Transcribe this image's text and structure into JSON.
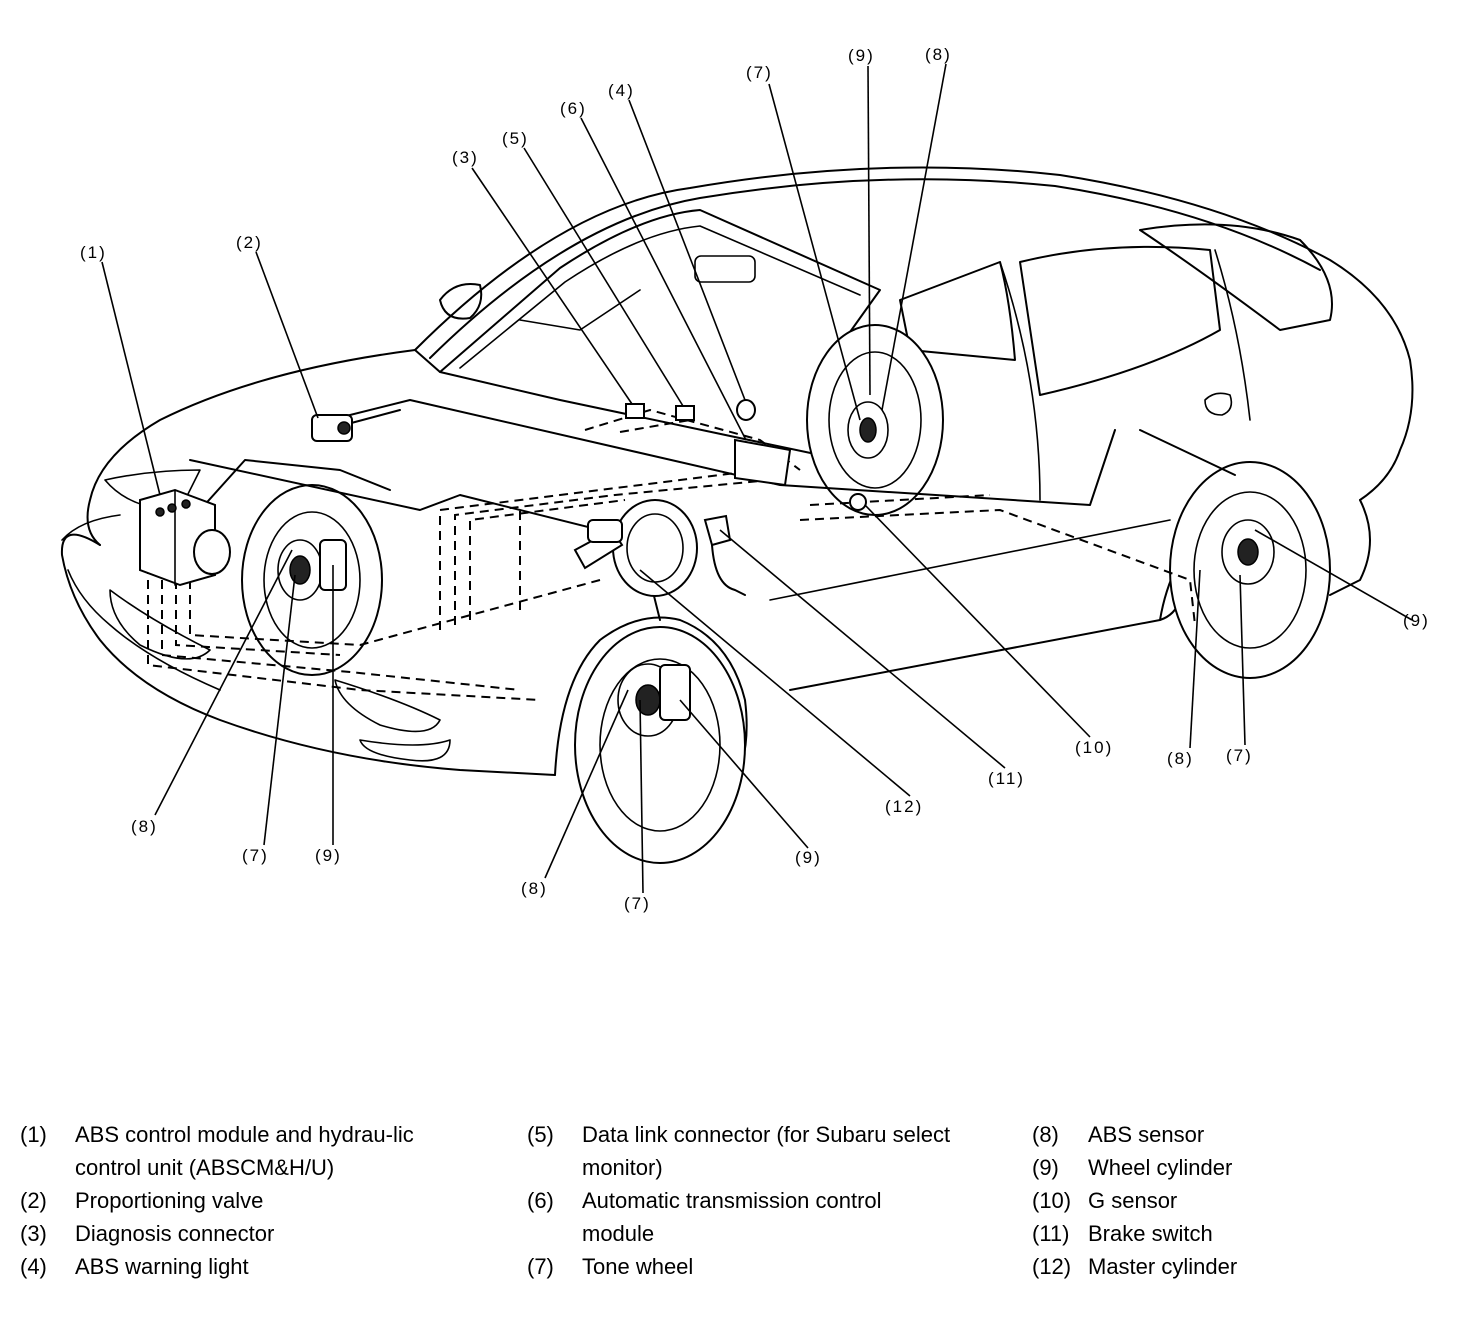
{
  "callouts": [
    {
      "label": "(1)"
    },
    {
      "label": "(2)"
    },
    {
      "label": "(3)"
    },
    {
      "label": "(5)"
    },
    {
      "label": "(6)"
    },
    {
      "label": "(4)"
    },
    {
      "label": "(7)"
    },
    {
      "label": "(9)"
    },
    {
      "label": "(8)"
    },
    {
      "label": "(9)"
    },
    {
      "label": "(8)"
    },
    {
      "label": "(7)"
    },
    {
      "label": "(9)"
    },
    {
      "label": "(8)"
    },
    {
      "label": "(7)"
    },
    {
      "label": "(9)"
    },
    {
      "label": "(12)"
    },
    {
      "label": "(11)"
    },
    {
      "label": "(10)"
    },
    {
      "label": "(8)"
    },
    {
      "label": "(7)"
    }
  ],
  "legend": {
    "col1": [
      {
        "num": "(1)",
        "text": "ABS control module and hydrau-lic control unit (ABSCM&H/U)"
      },
      {
        "num": "(2)",
        "text": "Proportioning valve"
      },
      {
        "num": "(3)",
        "text": "Diagnosis connector"
      },
      {
        "num": "(4)",
        "text": "ABS warning light"
      }
    ],
    "col2": [
      {
        "num": "(5)",
        "text": "Data link connector (for Subaru select monitor)"
      },
      {
        "num": "(6)",
        "text": "Automatic transmission control module"
      },
      {
        "num": "(7)",
        "text": "Tone wheel"
      }
    ],
    "col3": [
      {
        "num": "(8)",
        "text": "ABS sensor"
      },
      {
        "num": "(9)",
        "text": "Wheel cylinder"
      },
      {
        "num": "(10)",
        "text": "G sensor"
      },
      {
        "num": "(11)",
        "text": "Brake switch"
      },
      {
        "num": "(12)",
        "text": "Master cylinder"
      }
    ]
  }
}
